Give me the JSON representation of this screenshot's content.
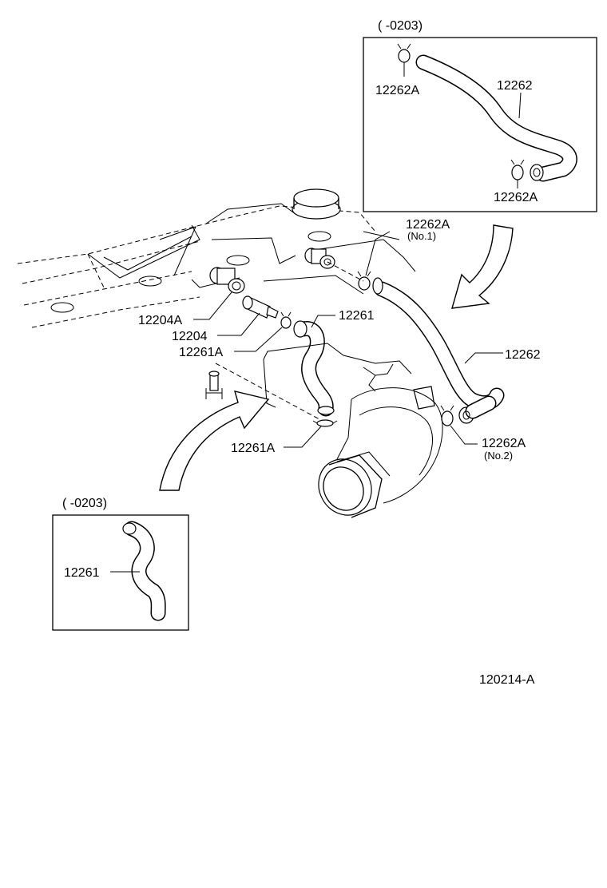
{
  "labels": {
    "inset_top_title": "(      -0203)",
    "inset_top_clamp_upper": "12262A",
    "inset_top_hose": "12262",
    "inset_top_clamp_lower": "12262A",
    "clamp_no1": "12262A",
    "clamp_no1_note": "(No.1)",
    "hose_12262": "12262",
    "part_12204A": "12204A",
    "part_12204": "12204",
    "hose_12261": "12261",
    "clamp_12261A_upper": "12261A",
    "clamp_12261A_lower": "12261A",
    "clamp_no2": "12262A",
    "clamp_no2_note": "(No.2)",
    "inset_bottom_title": "(      -0203)",
    "inset_bottom_hose": "12261",
    "figure_code": "120214-A"
  }
}
